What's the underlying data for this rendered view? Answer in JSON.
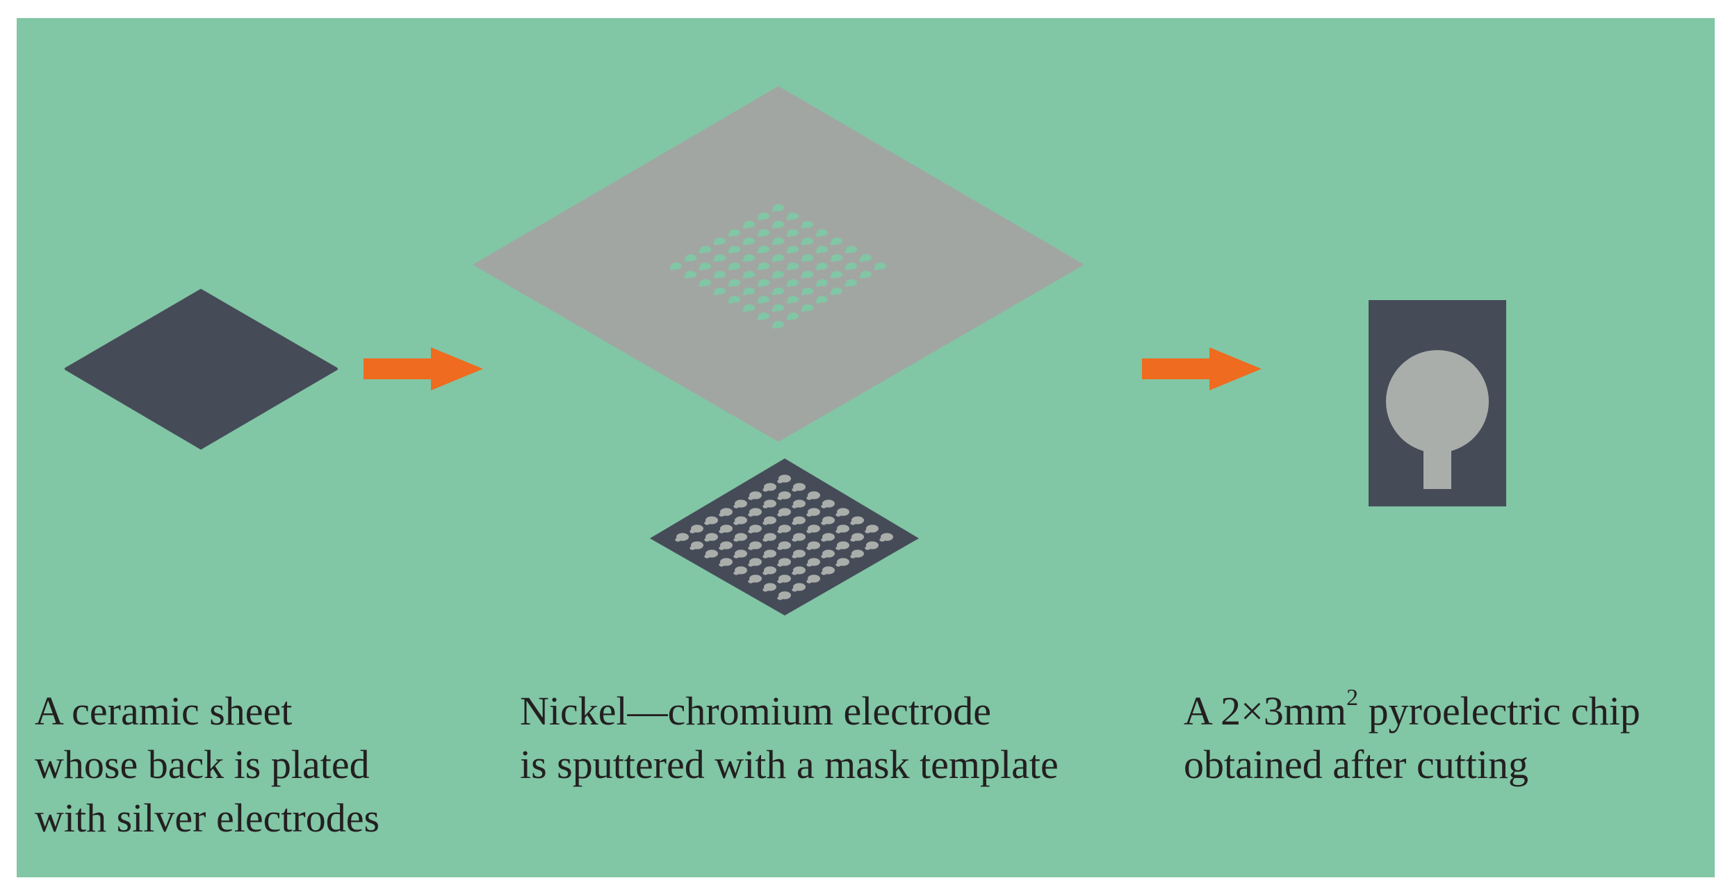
{
  "colors": {
    "background": "#81c6a5",
    "dark_sheet": "#464b58",
    "mask_grey": "#a2a6a3",
    "electrode_grey": "#a9aeab",
    "arrow": "#ef6b1f",
    "text": "#231f20"
  },
  "steps": [
    {
      "caption_lines": [
        "A ceramic sheet",
        "whose back is plated",
        "with silver electrodes"
      ]
    },
    {
      "caption_lines": [
        "Nickel—chromium electrode",
        "is sputtered with a mask template"
      ]
    },
    {
      "caption_line1_a": "A 2×3mm",
      "caption_line1_sup": "2",
      "caption_line1_b": " pyroelectric chip",
      "caption_line2": "obtained after cutting"
    }
  ],
  "electrode_grid": {
    "rows": 8,
    "cols": 8
  }
}
